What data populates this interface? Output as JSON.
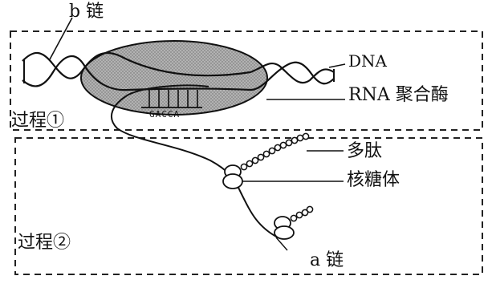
{
  "labels": {
    "b_chain": "b 链",
    "dna": "DNA",
    "rna_polymerase": "RNA 聚合酶",
    "process1": "过程①",
    "polypeptide": "多肽",
    "ribosome": "核糖体",
    "process2": "过程②",
    "a_chain": "a 链",
    "bases": "GACCA"
  },
  "colors": {
    "line": "#111111",
    "enzyme_fill": "#a9a9a9",
    "box_dash": "#222222"
  }
}
